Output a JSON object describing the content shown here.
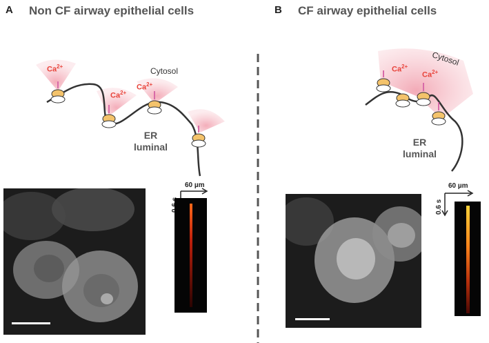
{
  "panel_a": {
    "letter": "A",
    "title": "Non CF airway epithelial cells",
    "cytosol": "Cytosol",
    "ca_label": "Ca2+",
    "er_line1": "ER",
    "er_line2": "luminal",
    "scale_x": "60 µm",
    "scale_t": "0.6 s"
  },
  "panel_b": {
    "letter": "B",
    "title": "CF airway epithelial cells",
    "cytosol": "Cytosol",
    "ca_label": "Ca2+",
    "er_line1": "ER",
    "er_line2": "luminal",
    "scale_x": "60 µm",
    "scale_t": "0.6 s"
  },
  "colors": {
    "title_gray": "#555555",
    "calcium_red": "#e8433a",
    "plume_pink": "#f6c9cf",
    "divider": "#555555"
  }
}
